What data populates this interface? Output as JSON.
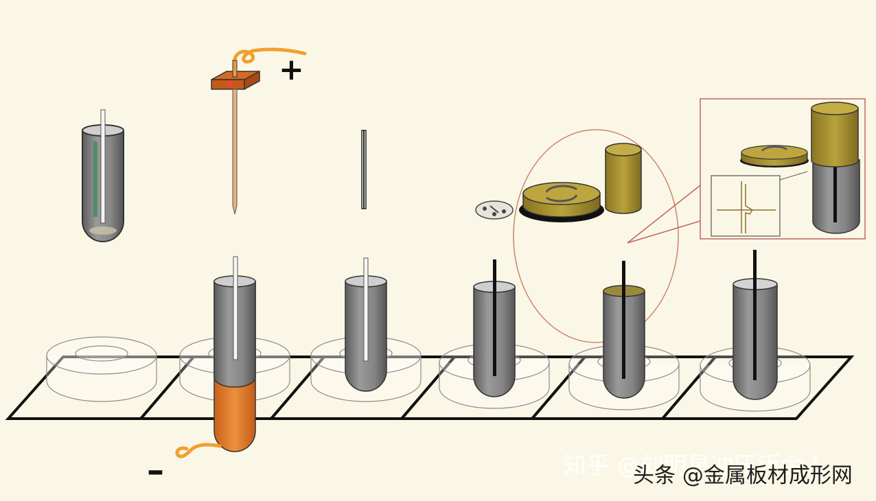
{
  "labels": {
    "positive": "+",
    "negative": "–"
  },
  "watermarks": {
    "back": "知乎 @刘明星冲压钣金人",
    "front": "头条 @金属板材成形网"
  },
  "colors": {
    "background": "#fbf7e6",
    "copper": "#e07a26",
    "wire": "#f0a030",
    "electrolyte": "#8c8c8c",
    "olive_cap": "#a38e2e",
    "inset_border": "#c0655a",
    "tray_line": "#111111"
  },
  "icons": [
    "test-tube",
    "anode-electrode",
    "rod-electrode",
    "gasket",
    "cell-cap",
    "cell-cylinder",
    "magnified-circle",
    "inset-box",
    "tray"
  ]
}
